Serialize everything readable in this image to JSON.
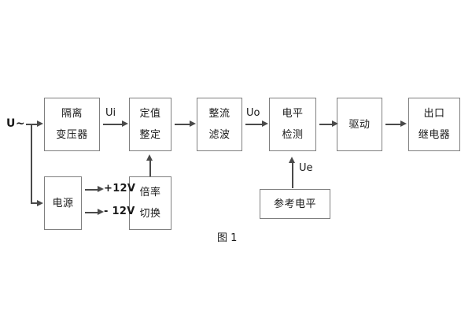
{
  "diagram": {
    "caption": "图 1",
    "source_label": "U~",
    "blocks": [
      {
        "id": "isolation-transformer",
        "lines": [
          "隔离",
          "变压器"
        ]
      },
      {
        "id": "power-supply",
        "lines": [
          "电源"
        ]
      },
      {
        "id": "setting-value",
        "lines": [
          "定值",
          "整定"
        ]
      },
      {
        "id": "multiplier-switch",
        "lines": [
          "倍率",
          "切换"
        ]
      },
      {
        "id": "rectify-filter",
        "lines": [
          "整流",
          "滤波"
        ]
      },
      {
        "id": "level-detect",
        "lines": [
          "电平",
          "检测"
        ]
      },
      {
        "id": "driver",
        "lines": [
          "驱动"
        ]
      },
      {
        "id": "output-relay",
        "lines": [
          "出口",
          "继电器"
        ]
      },
      {
        "id": "reference-level",
        "lines": [
          "参考电平"
        ]
      }
    ],
    "signal_labels": [
      {
        "id": "ui",
        "text": "Ui"
      },
      {
        "id": "uo",
        "text": "Uo"
      },
      {
        "id": "ue",
        "text": "Ue"
      }
    ],
    "rail_labels": [
      {
        "id": "rail-pos",
        "text": "+12V"
      },
      {
        "id": "rail-neg",
        "text": "- 12V"
      }
    ]
  },
  "colors": {
    "background": "#ffffff",
    "block_border": "#7f7f7f",
    "connector": "#4a4a4a",
    "text": "#1a1a1a"
  }
}
